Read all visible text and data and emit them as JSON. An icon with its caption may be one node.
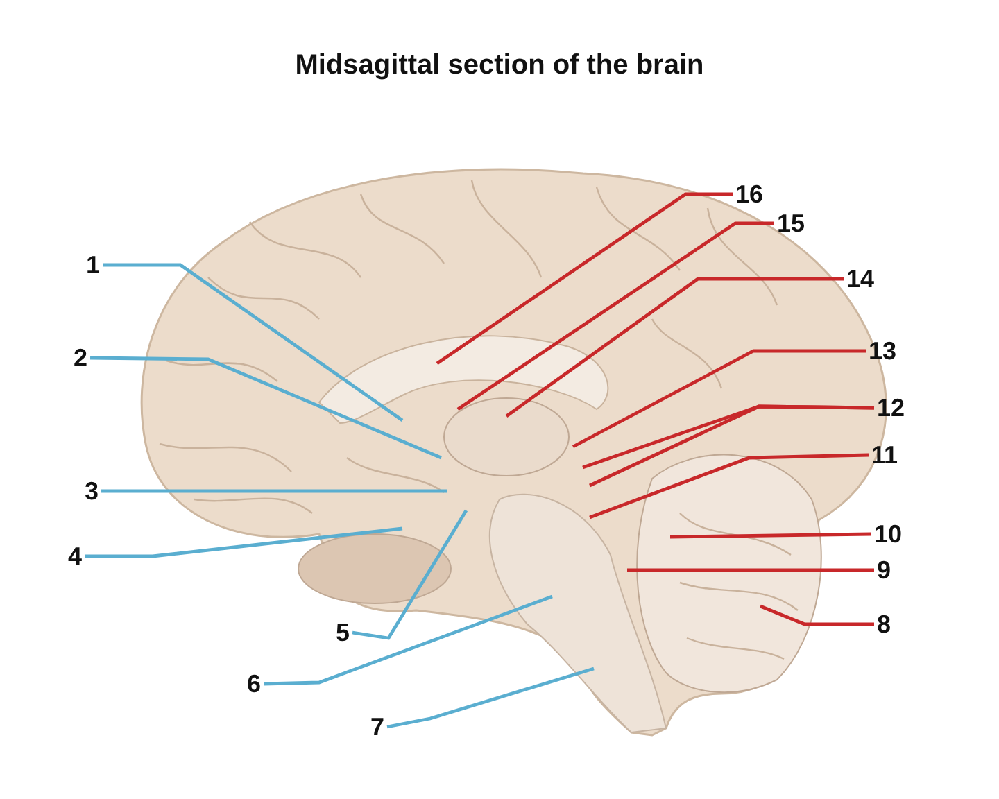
{
  "diagram": {
    "title": "Midsagittal section of the brain",
    "nodes": [
      {
        "text": [
          "1"
        ]
      },
      {
        "text": [
          "2"
        ]
      },
      {
        "text": [
          "3"
        ]
      },
      {
        "text": [
          "4"
        ]
      },
      {
        "text": [
          "5"
        ]
      },
      {
        "text": [
          "6"
        ]
      },
      {
        "text": [
          "7"
        ]
      },
      {
        "text": [
          "8"
        ]
      },
      {
        "text": [
          "9"
        ]
      },
      {
        "text": [
          "10"
        ]
      },
      {
        "text": [
          "11"
        ]
      },
      {
        "text": [
          "12"
        ]
      },
      {
        "text": [
          "13"
        ]
      },
      {
        "text": [
          "14"
        ]
      },
      {
        "text": [
          "15"
        ]
      },
      {
        "text": [
          "16"
        ]
      }
    ],
    "edges": [
      {
        "from": 0,
        "to": null,
        "arrow": "none",
        "color": "#5aaed0"
      },
      {
        "from": 1,
        "to": null,
        "arrow": "none",
        "color": "#5aaed0"
      },
      {
        "from": 2,
        "to": null,
        "arrow": "none",
        "color": "#5aaed0"
      },
      {
        "from": 3,
        "to": null,
        "arrow": "none",
        "color": "#5aaed0"
      },
      {
        "from": 4,
        "to": null,
        "arrow": "none",
        "color": "#5aaed0"
      },
      {
        "from": 5,
        "to": null,
        "arrow": "none",
        "color": "#5aaed0"
      },
      {
        "from": 6,
        "to": null,
        "arrow": "none",
        "color": "#5aaed0"
      },
      {
        "from": 7,
        "to": null,
        "arrow": "none"
      },
      {
        "from": 8,
        "to": null,
        "arrow": "none"
      },
      {
        "from": 9,
        "to": null,
        "arrow": "none"
      },
      {
        "from": 10,
        "to": null,
        "arrow": "none"
      },
      {
        "from": 11,
        "to": null,
        "arrow": "none"
      },
      {
        "from": 11,
        "to": null,
        "arrow": "none"
      },
      {
        "from": 12,
        "to": null,
        "arrow": "none"
      },
      {
        "from": 13,
        "to": null,
        "arrow": "none"
      },
      {
        "from": 14,
        "to": null,
        "arrow": "none"
      },
      {
        "from": 15,
        "to": null,
        "arrow": "none"
      }
    ]
  }
}
